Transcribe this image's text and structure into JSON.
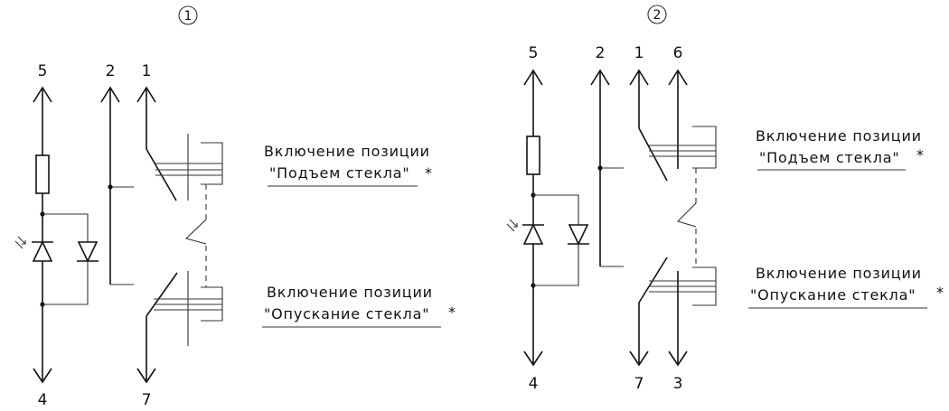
{
  "diagrams": [
    {
      "badge": "1",
      "pins": {
        "p5": "5",
        "p2": "2",
        "p1": "1",
        "p4": "4",
        "p7": "7"
      },
      "notes": {
        "up_line1": "Включение позиции",
        "up_line2": "\"Подъем стекла\"",
        "up_star": "*",
        "down_line1": "Включение позиции",
        "down_line2": "\"Опускание стекла\"",
        "down_star": "*"
      }
    },
    {
      "badge": "2",
      "pins": {
        "p5": "5",
        "p2": "2",
        "p1": "1",
        "p6": "6",
        "p4": "4",
        "p7": "7",
        "p3": "3"
      },
      "notes": {
        "up_line1": "Включение позиции",
        "up_line2": "\"Подъем стекла\"",
        "up_star": "*",
        "down_line1": "Включение позиции",
        "down_line2": "\"Опускание стекла\"",
        "down_star": "*"
      }
    }
  ]
}
